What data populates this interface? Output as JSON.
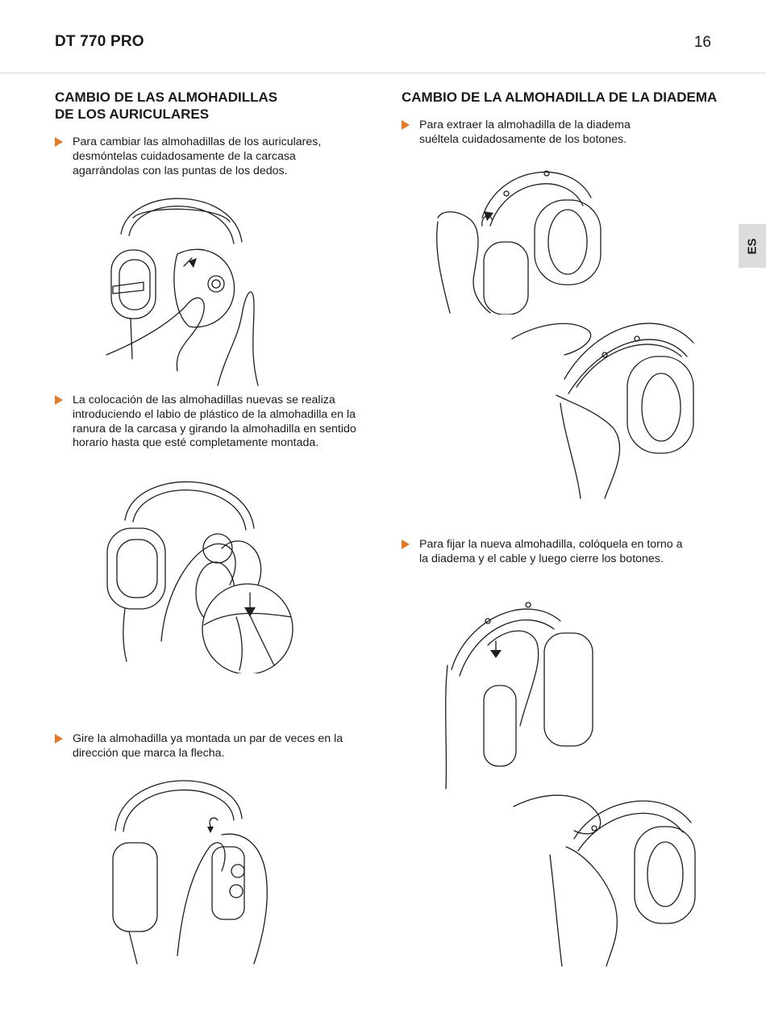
{
  "header": {
    "title": "DT 770 PRO",
    "page_number": "16"
  },
  "side_tab": {
    "label": "ES"
  },
  "left_section": {
    "heading_line1": "CAMBIO DE LAS ALMOHADILLAS",
    "heading_line2": "DE LOS AURICULARES",
    "steps": [
      {
        "text": "Para cambiar las almohadillas de los auriculares, desmóntelas cuidadosamente de la carcasa agarrándolas con las puntas de los dedos."
      },
      {
        "text": "La colocación de las almohadillas nuevas se realiza introduciendo el labio de plástico de la almohadilla en la ranura de la carcasa y girando la almohadilla en sentido horario hasta que esté completamente montada."
      },
      {
        "text": "Gire la almohadilla ya montada un par de veces en la dirección que marca la flecha."
      }
    ]
  },
  "right_section": {
    "heading": "CAMBIO DE LA ALMOHADILLA DE LA DIADEMA",
    "steps": [
      {
        "text": "Para extraer la almohadilla de la diadema suéltela cuidadosamente de los botones."
      },
      {
        "text": "Para fijar la nueva almohadilla, colóquela en torno a la diadema y el cable y luego cierre los botones."
      }
    ]
  },
  "colors": {
    "accent": "#e07b2a",
    "tab_background": "#dcdcdc",
    "rule": "#dedede"
  },
  "icons": [
    "bullet-triangle-icon",
    "arrow-icon"
  ]
}
